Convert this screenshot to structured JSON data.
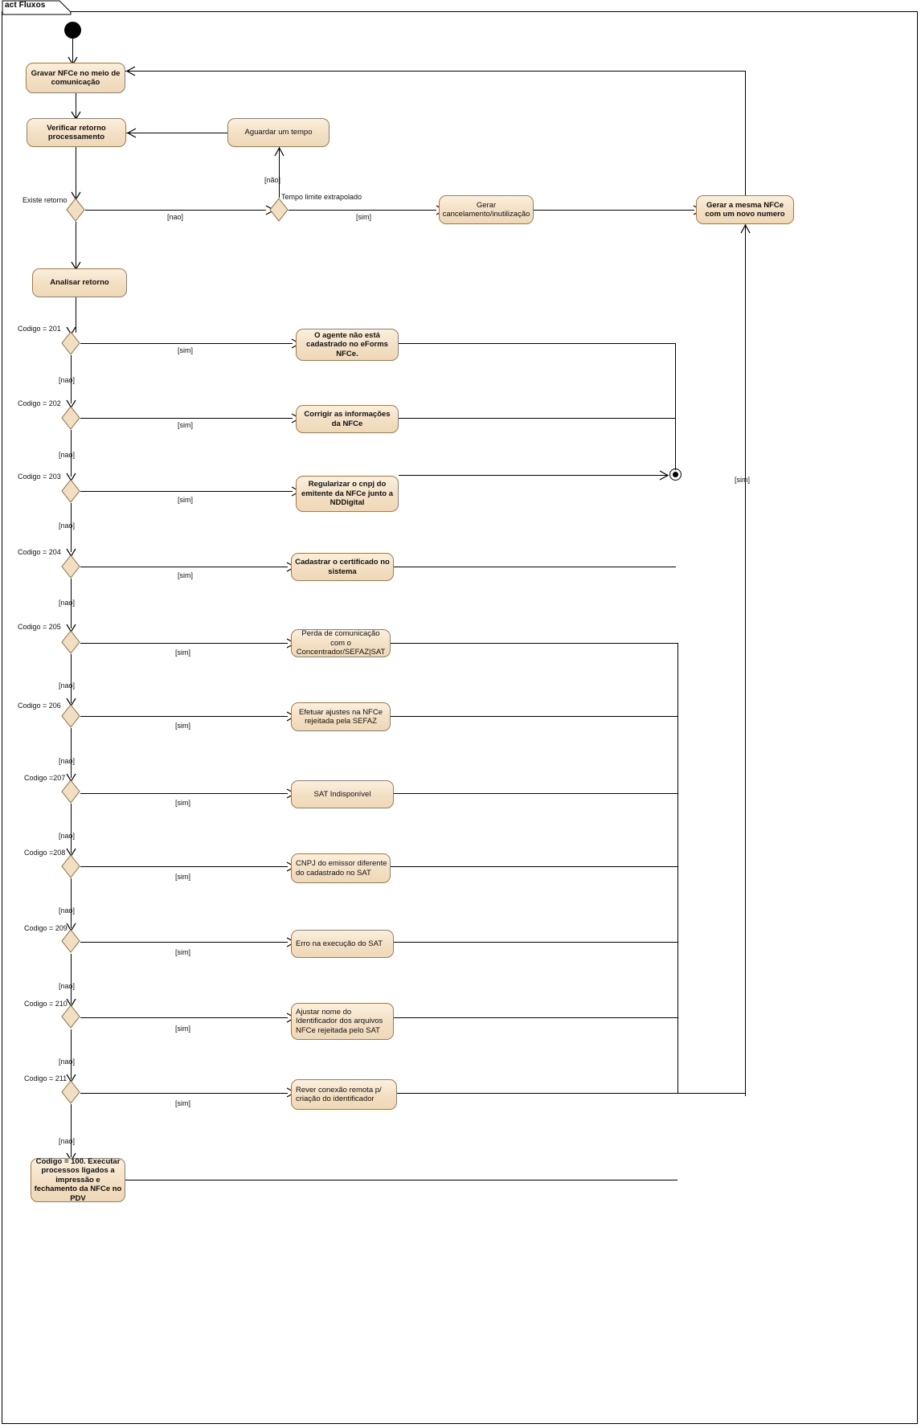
{
  "diagram": {
    "frame_title": "act Fluxos",
    "type": "uml-activity-diagram",
    "language": "pt-BR",
    "colors": {
      "node_fill_light": "#fbf0dd",
      "node_fill_dark": "#eed8b8",
      "node_border": "#a07b52",
      "line": "#000000",
      "background": "#ffffff",
      "text": "#111111"
    }
  },
  "nodes": {
    "initial": "initial-node",
    "gravar": "Gravar NFCe no meio de comunicação",
    "verificar": "Verificar retorno processamento",
    "aguardar": "Aguardar um tempo",
    "analisar": "Analisar retorno",
    "gerar_cancelamento": "Gerar cancelamento/inutilização",
    "gerar_mesma": "Gerar a mesma NFCe com um novo numero",
    "final": "activity-final-node",
    "codigo100": "Codigo = 100. Executar processos ligados a impressão e fechamento da NFCe no PDV"
  },
  "decisions": {
    "existe_retorno": "Existe retorno",
    "tempo_limite": "Tempo limite extrapolado",
    "codigo201": "Codigo = 201",
    "codigo202": "Codigo = 202",
    "codigo203": "Codigo = 203",
    "codigo204": "Codigo = 204",
    "codigo205": "Codigo = 205",
    "codigo206": "Codigo = 206",
    "codigo207": "Codigo =207",
    "codigo208": "Codigo =208",
    "codigo209": "Codigo = 209",
    "codigo210": "Codigo = 210",
    "codigo211": "Codigo = 211"
  },
  "guards": {
    "nao_lower": "[nao]",
    "nao_accent": "[não]",
    "sim": "[sim]"
  },
  "actions": {
    "a201": "O agente não está cadastrado no eForms NFCe.",
    "a202": "Corrigir as informações da NFCe",
    "a203": "Regularizar o cnpj do emitente da NFCe junto a NDDigital",
    "a204": "Cadastrar o certificado no sistema",
    "a205": "Perda de comunicação com o Concentrador/SEFAZ|SAT",
    "a206": "Efetuar ajustes na NFCe rejeitada pela SEFAZ",
    "a207": "SAT Indisponível",
    "a208": "CNPJ do emissor diferente do cadastrado no SAT",
    "a209": "Erro na execução do SAT",
    "a210_line1": "Ajustar nome do Identificador dos arquivos",
    "a210_line2": "NFCe rejeitada pelo SAT",
    "a211": "Rever conexão remota p/ criação do identificador"
  }
}
